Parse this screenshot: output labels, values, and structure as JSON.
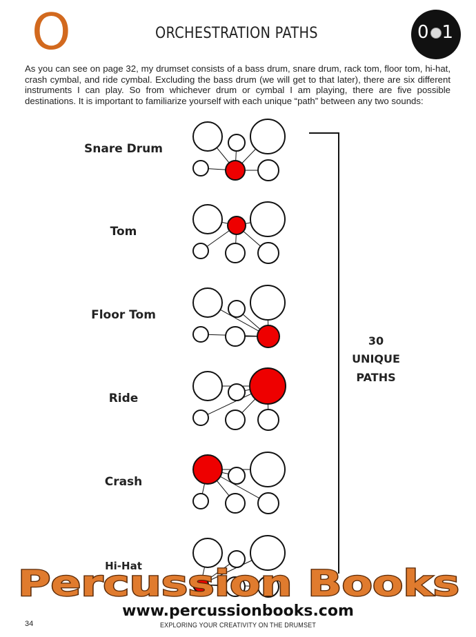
{
  "header": {
    "big_letter": "O",
    "title": "ORCHESTRATION PATHS",
    "badge_left": "0",
    "badge_right": "1"
  },
  "intro": "As you can see on page 32, my drumset consists of a bass drum, snare drum, rack tom, floor tom, hi-hat, crash cymbal, and ride cymbal. Excluding the bass drum (we will get to that later), there are six different instruments I can play. So from whichever drum or cymbal I am playing, there are five possible destinations. It is important to familiarize yourself with each unique “path” between any two sounds:",
  "rows": [
    {
      "label": "Snare Drum",
      "source": "snare"
    },
    {
      "label": "Tom",
      "source": "tom"
    },
    {
      "label": "Floor Tom",
      "source": "floor"
    },
    {
      "label": "Ride",
      "source": "ride"
    },
    {
      "label": "Crash",
      "source": "crash"
    },
    {
      "label": "Hi-Hat",
      "source": "hihat"
    }
  ],
  "bracket": {
    "line1": "30",
    "line2": "UNIQUE",
    "line3": "PATHS"
  },
  "banner": {
    "text": "Percussion Books",
    "color": "#e07b2e"
  },
  "url": "www.percussionbooks.com",
  "page_number": "34",
  "footer": "EXPLORING YOUR CREATIVITY ON THE DRUMSET",
  "colors": {
    "accent": "#d2691e",
    "active_drum": "#ee0000",
    "banner": "#e07b2e"
  }
}
